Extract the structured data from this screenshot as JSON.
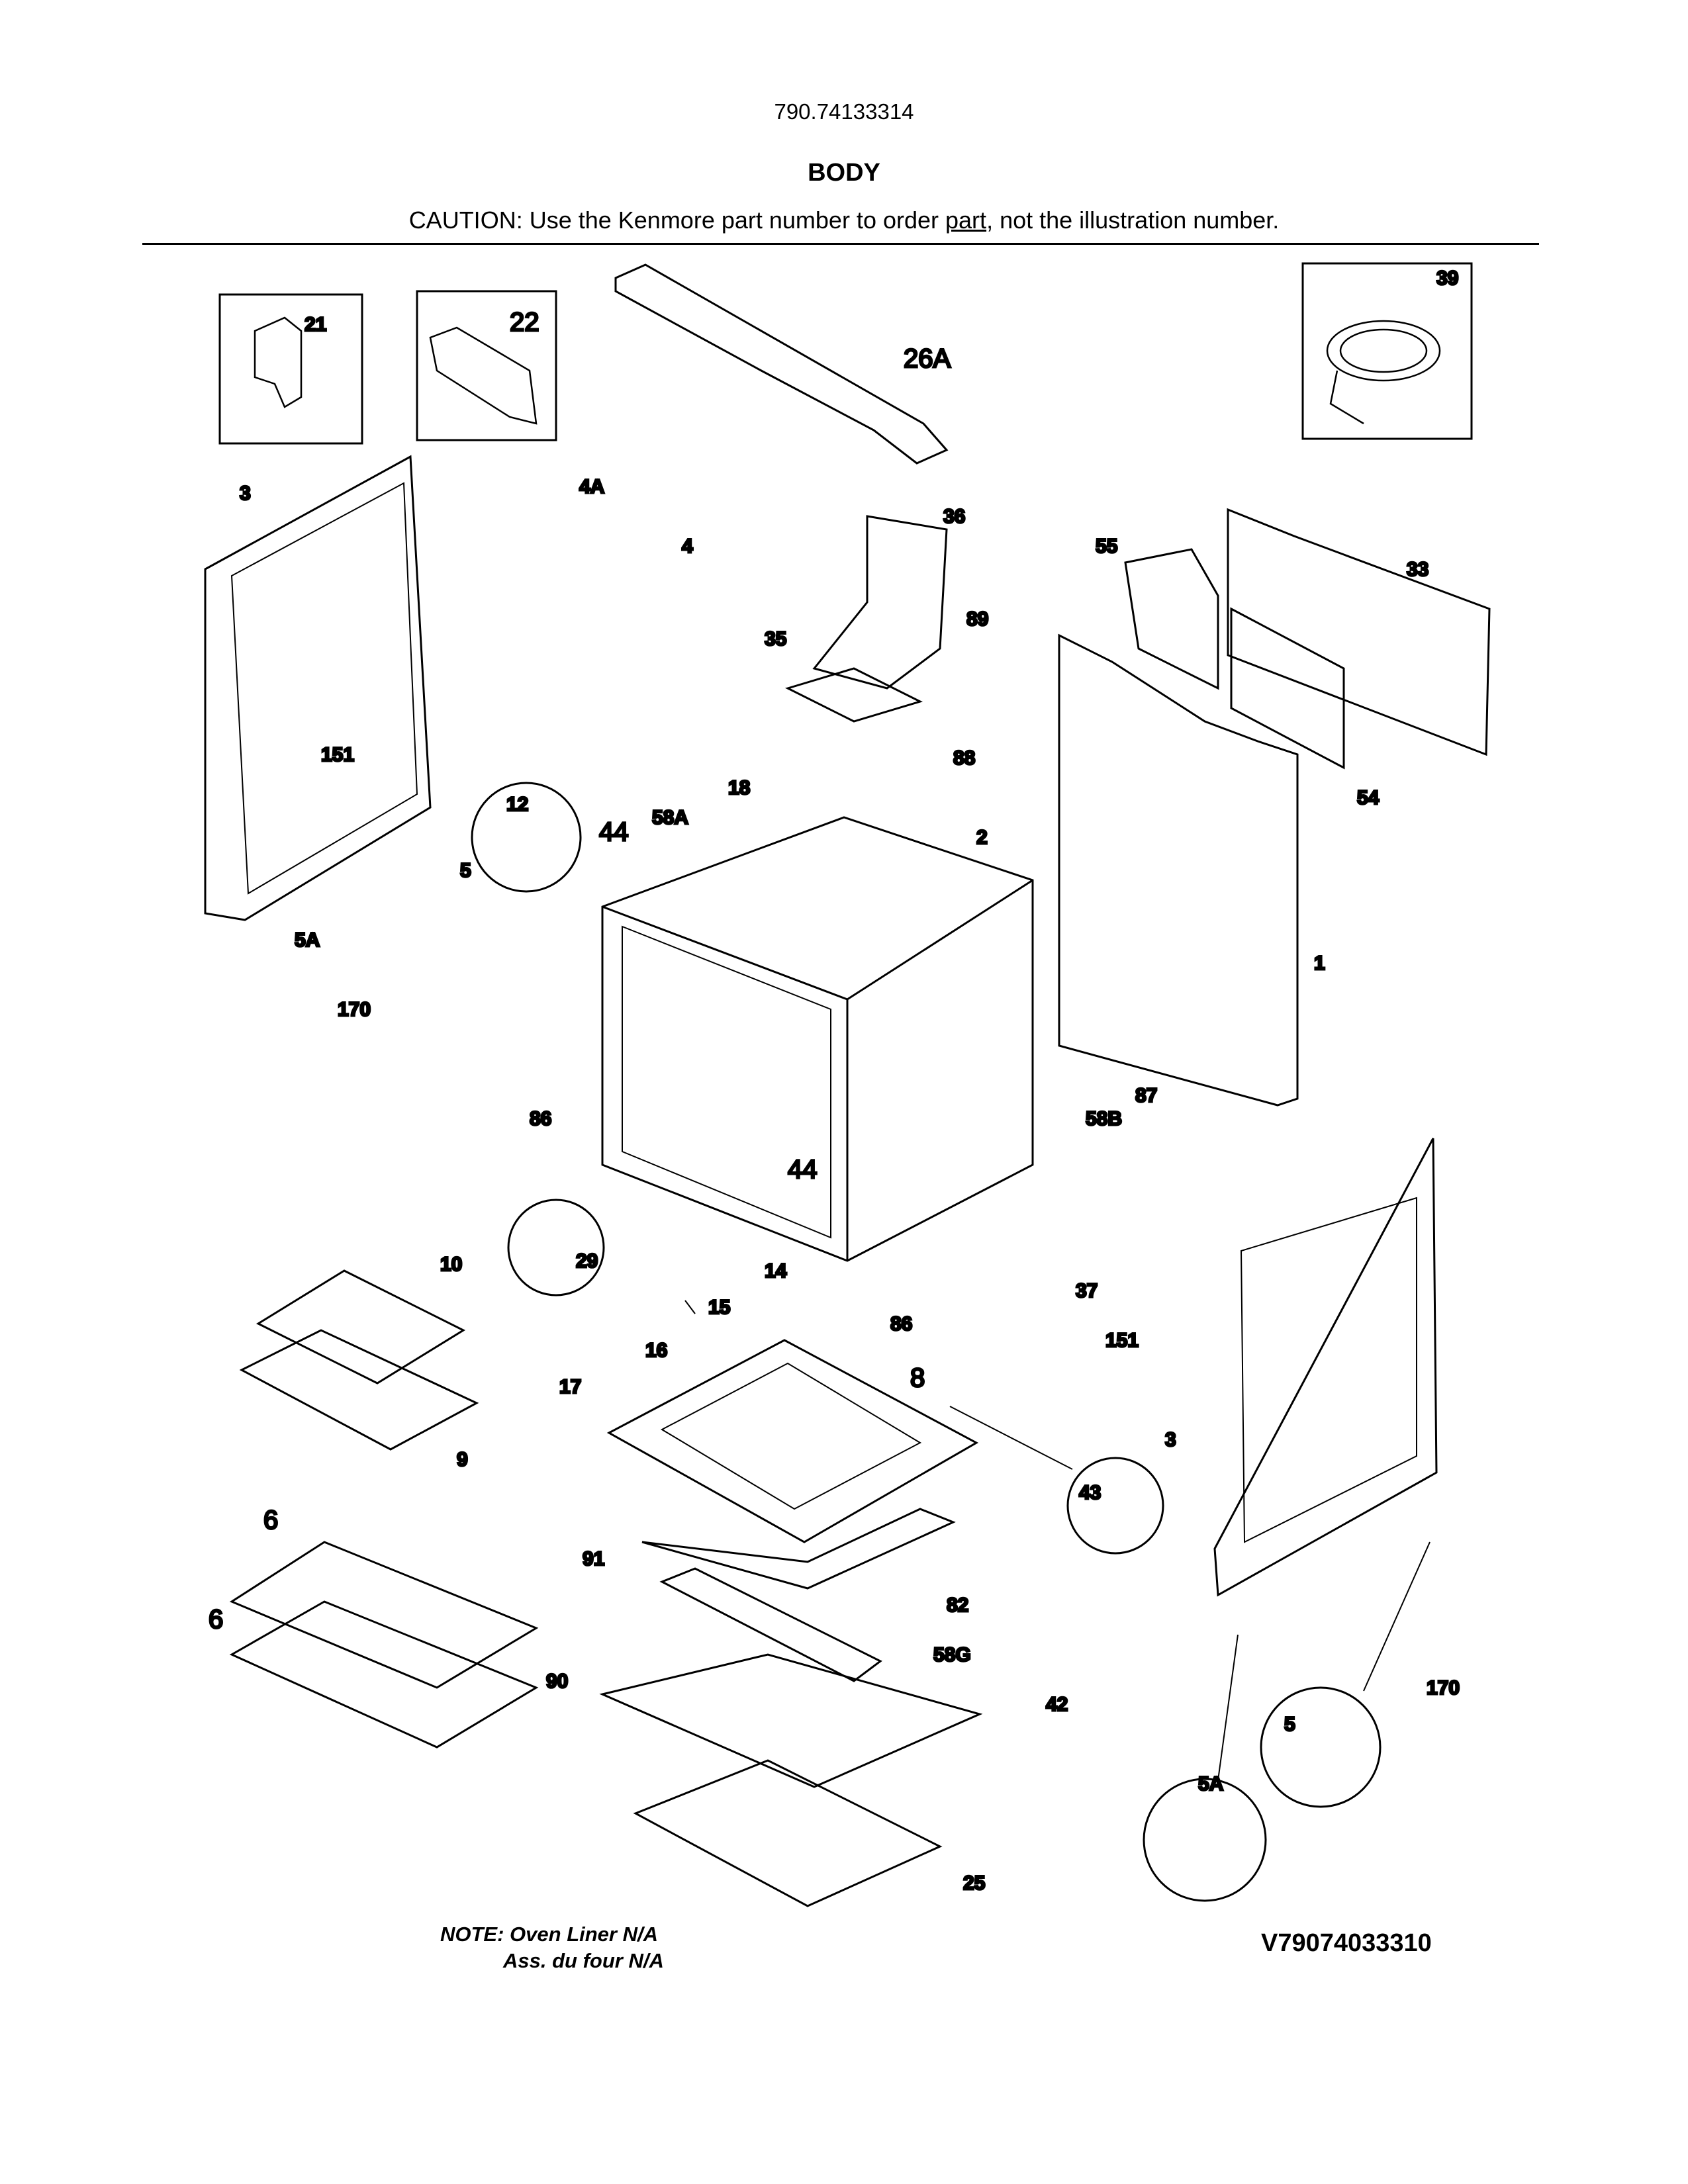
{
  "header": {
    "model_number": "790.74133314",
    "section_title": "BODY",
    "caution_before": "CAUTION: Use the Kenmore part number to order ",
    "caution_link": "part",
    "caution_after": ", not the illustration number."
  },
  "footer": {
    "note_line1": "NOTE: Oven Liner N/A",
    "note_line2": "Ass. du four N/A",
    "diagram_code": "V79074033310"
  },
  "callouts": [
    {
      "id": "c21",
      "text": "21"
    },
    {
      "id": "c22",
      "text": "22"
    },
    {
      "id": "c26A",
      "text": "26A"
    },
    {
      "id": "c39",
      "text": "39"
    },
    {
      "id": "c3a",
      "text": "3"
    },
    {
      "id": "c4A",
      "text": "4A"
    },
    {
      "id": "c151a",
      "text": "151"
    },
    {
      "id": "c36",
      "text": "36"
    },
    {
      "id": "c4",
      "text": "4"
    },
    {
      "id": "c35",
      "text": "35"
    },
    {
      "id": "c89",
      "text": "89"
    },
    {
      "id": "c88",
      "text": "88"
    },
    {
      "id": "c55",
      "text": "55"
    },
    {
      "id": "c33",
      "text": "33"
    },
    {
      "id": "c54",
      "text": "54"
    },
    {
      "id": "c12",
      "text": "12"
    },
    {
      "id": "c44a",
      "text": "44"
    },
    {
      "id": "c58A",
      "text": "58A"
    },
    {
      "id": "c18",
      "text": "18"
    },
    {
      "id": "c2",
      "text": "2"
    },
    {
      "id": "c5a",
      "text": "5"
    },
    {
      "id": "c5Aa",
      "text": "5A"
    },
    {
      "id": "c170a",
      "text": "170"
    },
    {
      "id": "c1",
      "text": "1"
    },
    {
      "id": "c87",
      "text": "87"
    },
    {
      "id": "c86a",
      "text": "86"
    },
    {
      "id": "c58B",
      "text": "58B"
    },
    {
      "id": "c44b",
      "text": "44"
    },
    {
      "id": "c29",
      "text": "29"
    },
    {
      "id": "c10",
      "text": "10"
    },
    {
      "id": "c14",
      "text": "14"
    },
    {
      "id": "c15",
      "text": "15"
    },
    {
      "id": "c86b",
      "text": "86"
    },
    {
      "id": "c37",
      "text": "37"
    },
    {
      "id": "c151b",
      "text": "151"
    },
    {
      "id": "c16",
      "text": "16"
    },
    {
      "id": "c17",
      "text": "17"
    },
    {
      "id": "c9",
      "text": "9"
    },
    {
      "id": "c8",
      "text": "8"
    },
    {
      "id": "c43",
      "text": "43"
    },
    {
      "id": "c3b",
      "text": "3"
    },
    {
      "id": "c6a",
      "text": "6"
    },
    {
      "id": "c6b",
      "text": "6"
    },
    {
      "id": "c91",
      "text": "91"
    },
    {
      "id": "c82",
      "text": "82"
    },
    {
      "id": "c58G",
      "text": "58G"
    },
    {
      "id": "c90",
      "text": "90"
    },
    {
      "id": "c42",
      "text": "42"
    },
    {
      "id": "c170b",
      "text": "170"
    },
    {
      "id": "c5b",
      "text": "5"
    },
    {
      "id": "c5Ab",
      "text": "5A"
    },
    {
      "id": "c25",
      "text": "25"
    }
  ]
}
